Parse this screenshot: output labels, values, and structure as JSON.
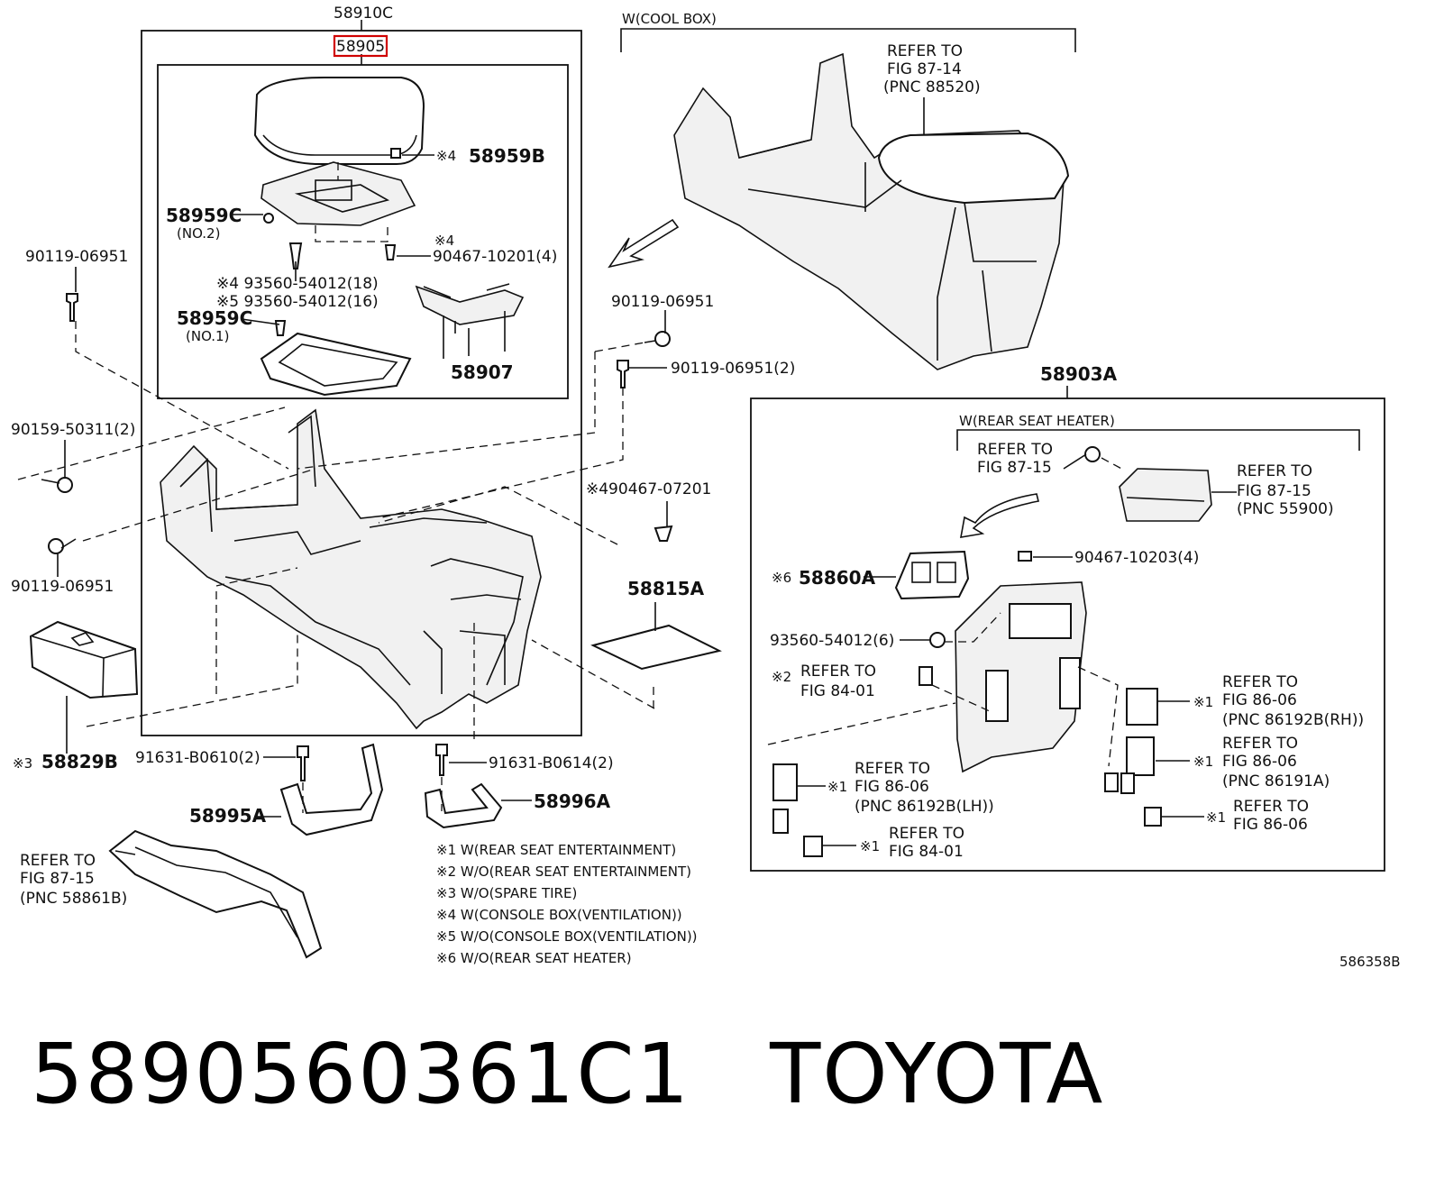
{
  "diagram": {
    "labels": {
      "l58910C": "58910C",
      "l58905": "58905",
      "l58959B": "58959B",
      "l58959B_mark": "※4",
      "l58959C_2": "58959C",
      "l58959C_2_sub": "(NO.2)",
      "l90467_10201": "90467-10201(4)",
      "l90467_10201_mark": "※4",
      "l93560_18": "※4 93560-54012(18)",
      "l93560_16": "※5 93560-54012(16)",
      "l58959C_1": "58959C",
      "l58959C_1_sub": "(NO.1)",
      "l58907": "58907",
      "l90119_a": "90119-06951",
      "l90159": "90159-50311(2)",
      "l90119_b": "90119-06951",
      "l58829B": "58829B",
      "l58829B_mark": "※3",
      "l91631_0610": "91631-B0610(2)",
      "l58995A": "58995A",
      "l91631_0614": "91631-B0614(2)",
      "l58996A": "58996A",
      "l90119_c": "90119-06951",
      "l90119_d": "90119-06951(2)",
      "l90467_07201": "※490467-07201",
      "l58815A": "58815A",
      "cool_box": "W(COOL BOX)",
      "ref_87_14_a": "REFER TO",
      "ref_87_14_b": "FIG 87-14",
      "ref_87_14_c": "(PNC 88520)",
      "l58903A": "58903A",
      "rear_heater": "W(REAR SEAT HEATER)",
      "ref_87_15_a": "REFER TO",
      "ref_87_15_b": "FIG 87-15",
      "ref_55900_a": "REFER TO",
      "ref_55900_b": "FIG 87-15",
      "ref_55900_c": "(PNC 55900)",
      "l58860A": "58860A",
      "l58860A_mark": "※6",
      "l90467_10203": "90467-10203(4)",
      "l93560_6": "93560-54012(6)",
      "ref_84_01_a": "REFER TO",
      "ref_84_01_b": "FIG 84-01",
      "ref_84_01_mark": "※2",
      "ref_rh_a": "REFER TO",
      "ref_rh_b": "FIG 86-06",
      "ref_rh_c": "(PNC 86192B(RH))",
      "ref_rh_mark": "※1",
      "ref_86191_a": "REFER TO",
      "ref_86191_b": "FIG 86-06",
      "ref_86191_c": "(PNC 86191A)",
      "ref_86191_mark": "※1",
      "ref_lh_a": "REFER TO",
      "ref_lh_b": "FIG 86-06",
      "ref_lh_c": "(PNC 86192B(LH))",
      "ref_lh_mark": "※1",
      "ref_86_06_a": "REFER TO",
      "ref_86_06_b": "FIG 86-06",
      "ref_86_06_mark": "※1",
      "ref_84_01b_a": "REFER TO",
      "ref_84_01b_b": "FIG 84-01",
      "ref_84_01b_mark": "※1",
      "ref_58861_a": "REFER TO",
      "ref_58861_b": "FIG 87-15",
      "ref_58861_c": "(PNC 58861B)",
      "illus_no": "586358B"
    },
    "notes": [
      "※1 W(REAR SEAT ENTERTAINMENT)",
      "※2 W/O(REAR SEAT ENTERTAINMENT)",
      "※3 W/O(SPARE TIRE)",
      "※4 W(CONSOLE BOX(VENTILATION))",
      "※5 W/O(CONSOLE BOX(VENTILATION))",
      "※6 W/O(REAR SEAT HEATER)"
    ],
    "highlight_color": "#d00000"
  },
  "caption": {
    "part_number": "5890560361C1",
    "brand": "TOYOTA"
  }
}
